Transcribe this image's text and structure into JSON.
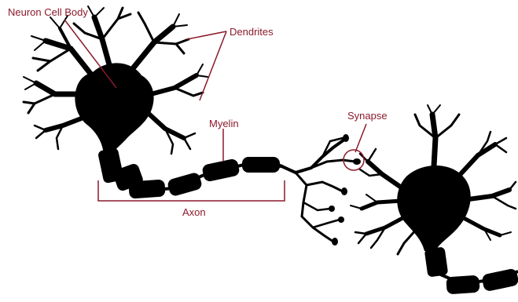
{
  "diagram": {
    "colors": {
      "annotation": "#8b1a2b",
      "neuron": "#000000",
      "background": "#ffffff"
    },
    "labels": {
      "cell_body": "Neuron Cell Body",
      "dendrites": "Dendrites",
      "myelin": "Myelin",
      "synapse": "Synapse",
      "axon": "Axon"
    }
  }
}
